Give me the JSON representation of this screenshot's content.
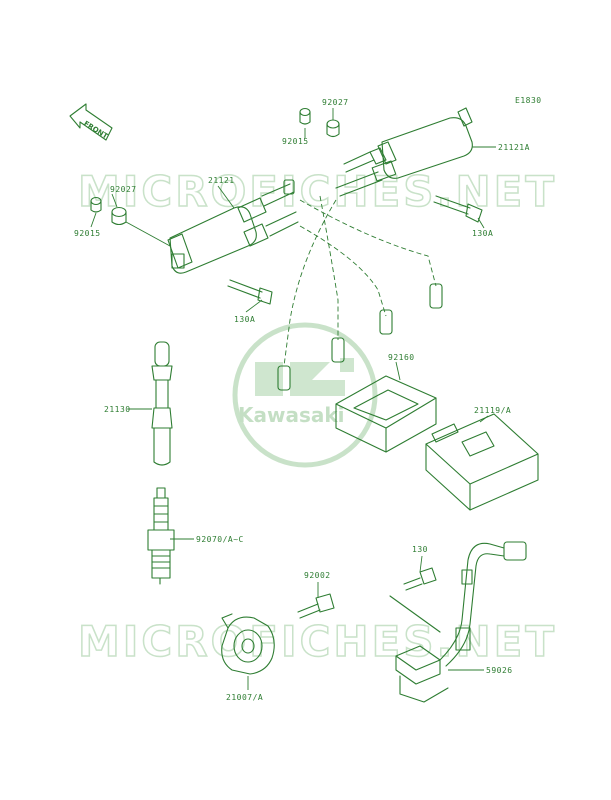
{
  "figure_code": "E1830",
  "front_label": "FRONT",
  "watermark": {
    "top": "MICROFICHES.NET",
    "bottom": "MICROFICHES.NET",
    "logo": "Kawasaki"
  },
  "colors": {
    "line": "#2e7d32",
    "watermark": "#c9e2c9"
  },
  "parts": [
    {
      "id": "92027-top",
      "label": "92027"
    },
    {
      "id": "92015-top",
      "label": "92015"
    },
    {
      "id": "21121A",
      "label": "21121A"
    },
    {
      "id": "130A-right",
      "label": "130A"
    },
    {
      "id": "21121",
      "label": "21121"
    },
    {
      "id": "92027-left",
      "label": "92027"
    },
    {
      "id": "92015-left",
      "label": "92015"
    },
    {
      "id": "130A-left",
      "label": "130A"
    },
    {
      "id": "92160",
      "label": "92160"
    },
    {
      "id": "21119A",
      "label": "21119/A"
    },
    {
      "id": "21130",
      "label": "21130"
    },
    {
      "id": "92070",
      "label": "92070/A~C"
    },
    {
      "id": "130",
      "label": "130"
    },
    {
      "id": "92002",
      "label": "92002"
    },
    {
      "id": "59026",
      "label": "59026"
    },
    {
      "id": "21007A",
      "label": "21007/A"
    }
  ]
}
